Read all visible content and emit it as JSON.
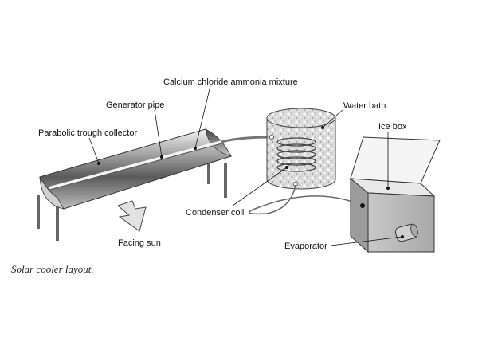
{
  "labels": {
    "calcium_mixture": "Calcium chloride ammonia mixture",
    "generator_pipe": "Generator pipe",
    "trough_collector": "Parabolic trough collector",
    "water_bath": "Water bath",
    "ice_box": "Ice box",
    "condenser_coil": "Condenser coil",
    "facing_sun": "Facing sun",
    "evaporator": "Evaporator"
  },
  "caption": "Solar cooler layout."
}
